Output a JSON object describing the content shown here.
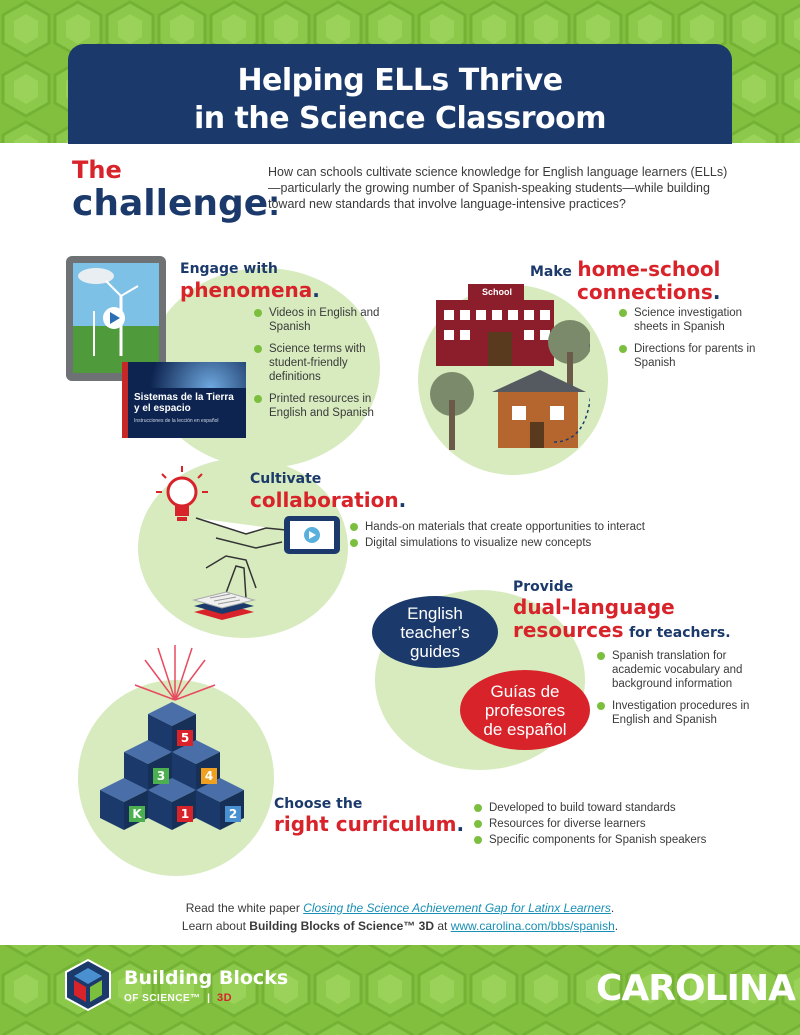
{
  "title": {
    "line1": "Helping ELLs Thrive",
    "line2": "in the Science Classroom"
  },
  "challenge": {
    "the": "The",
    "word": "challenge",
    "colon": ":",
    "text": "How can schools cultivate science knowledge for English language learners (ELLs)—particularly the growing number of Spanish-speaking students—while building toward new standards that involve language-intensive practices?"
  },
  "engage": {
    "small": "Engage with",
    "big": "phenomena",
    "items": [
      "Videos in English and Spanish",
      "Science terms with student-friendly definitions",
      "Printed resources in English and Spanish"
    ],
    "book_title": "Sistemas de la Tierra y el espacio",
    "book_sub": "Instrucciones de la lección en español"
  },
  "home": {
    "small": "Make",
    "big1": "home-school",
    "big2": "connections",
    "school_sign": "School",
    "items": [
      "Science investigation sheets in Spanish",
      "Directions for parents in Spanish"
    ]
  },
  "collab": {
    "small": "Cultivate",
    "big": "collaboration",
    "items": [
      "Hands-on materials that create opportunities to interact",
      "Digital simulations to visualize new concepts"
    ]
  },
  "dual": {
    "small": "Provide",
    "big1": "dual-language",
    "big2": "resources",
    "tail": "for teachers.",
    "bubble_en": "English teacher’s guides",
    "bubble_es": "Guías de profesores de español",
    "items": [
      "Spanish translation for academic vocabulary and background information",
      "Investigation procedures in English and Spanish"
    ]
  },
  "curriculum": {
    "small": "Choose the",
    "big": "right curriculum",
    "items": [
      "Developed to build toward standards",
      "Resources for diverse learners",
      "Specific components for Spanish speakers"
    ],
    "blocks": [
      "K",
      "1",
      "2",
      "3",
      "4",
      "5"
    ]
  },
  "footer": {
    "read_prefix": "Read the white paper ",
    "paper_title": "Closing the Science Achievement Gap for Latinx Learners",
    "read_suffix": ".",
    "learn_prefix": "Learn about ",
    "brand_bold": "Building Blocks of Science™ 3D",
    "learn_mid": " at ",
    "url": "www.carolina.com/bbs/spanish",
    "learn_suffix": "."
  },
  "brand": {
    "name": "Building Blocks",
    "sub": "OF SCIENCE™",
    "three_d": "3D",
    "company": "CAROLINA"
  },
  "colors": {
    "navy": "#1b3a6b",
    "red": "#d8232a",
    "green": "#82bf3f",
    "light_green": "#d7ebbf"
  }
}
